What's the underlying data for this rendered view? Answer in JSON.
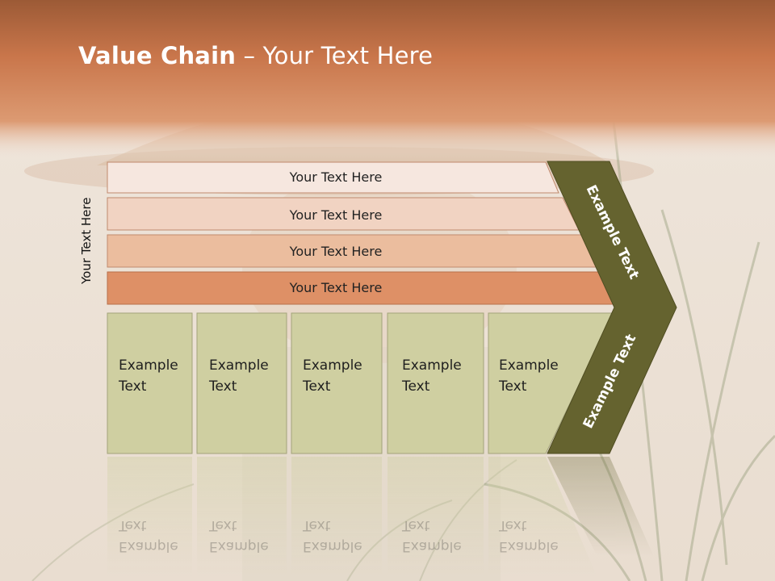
{
  "slide": {
    "title_bold": "Value Chain",
    "title_rest": " – Your Text Here",
    "side_label": "Your Text Here"
  },
  "bars": [
    {
      "label": "Your Text Here",
      "color": "#f6e7df"
    },
    {
      "label": "Your Text Here",
      "color": "#f1d3c2"
    },
    {
      "label": "Your Text Here",
      "color": "#ebbd9e"
    },
    {
      "label": "Your Text Here",
      "color": "#de9066"
    }
  ],
  "columns": [
    {
      "line1": "Example",
      "line2": "Text"
    },
    {
      "line1": "Example",
      "line2": "Text"
    },
    {
      "line1": "Example",
      "line2": "Text"
    },
    {
      "line1": "Example",
      "line2": "Text"
    },
    {
      "line1": "Example",
      "line2": "Text"
    }
  ],
  "chevron": {
    "upper_label": "Example Text",
    "lower_label": "Example Text"
  },
  "colors": {
    "header": "#c9764b",
    "column_fill": "#cfcfa1",
    "chevron_fill": "#65632f"
  }
}
